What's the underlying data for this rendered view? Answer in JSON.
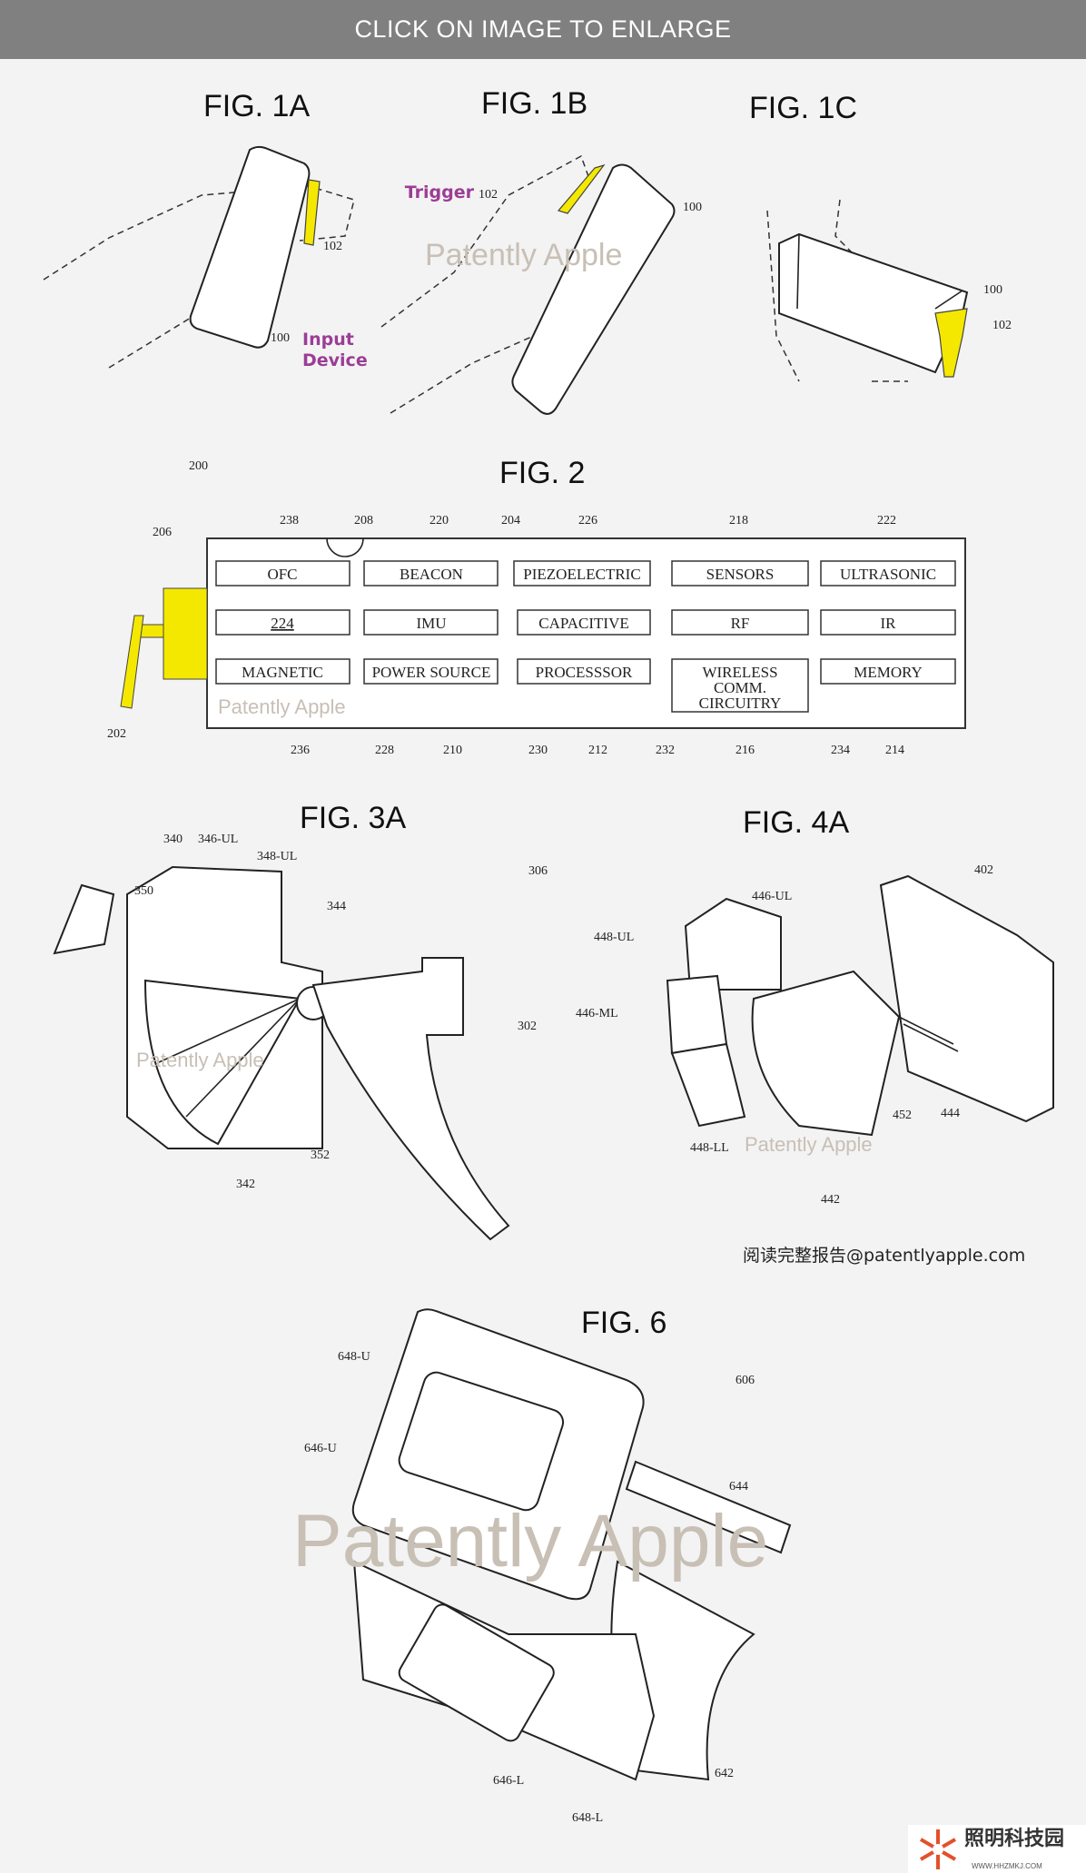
{
  "banner": {
    "label": "CLICK ON IMAGE TO ENLARGE"
  },
  "figures": {
    "fig1a": {
      "title": "FIG. 1A",
      "refs": [
        "102",
        "100"
      ],
      "annotation_1": "Input",
      "annotation_2": "Device"
    },
    "fig1b": {
      "title": "FIG. 1B",
      "refs": [
        "102",
        "100"
      ],
      "annotation": "Trigger"
    },
    "fig1c": {
      "title": "FIG. 1C",
      "refs": [
        "100",
        "102"
      ]
    },
    "fig2": {
      "title": "FIG. 2",
      "top_refs": [
        "200",
        "206",
        "238",
        "208",
        "220",
        "204",
        "226",
        "218",
        "222"
      ],
      "bottom_refs": [
        "202",
        "236",
        "228",
        "210",
        "230",
        "212",
        "232",
        "216",
        "234",
        "214"
      ],
      "boxes": [
        "OFC",
        "BEACON",
        "PIEZOELECTRIC",
        "SENSORS",
        "ULTRASONIC",
        "224",
        "IMU",
        "CAPACITIVE",
        "RF",
        "IR",
        "MAGNETIC",
        "POWER SOURCE",
        "PROCESSSOR",
        "WIRELESS",
        "COMM.",
        "CIRCUITRY",
        "MEMORY"
      ]
    },
    "fig3a": {
      "title": "FIG. 3A",
      "refs": [
        "340",
        "346-UL",
        "348-UL",
        "350",
        "344",
        "306",
        "302",
        "352",
        "342"
      ]
    },
    "fig4a": {
      "title": "FIG. 4A",
      "refs": [
        "446-UL",
        "402",
        "448-UL",
        "446-ML",
        "448-LL",
        "452",
        "444",
        "442"
      ]
    },
    "fig6": {
      "title": "FIG. 6",
      "refs": [
        "648-U",
        "606",
        "646-U",
        "644",
        "646-L",
        "642",
        "648-L"
      ]
    }
  },
  "watermark": "Patently Apple",
  "footer_note": "阅读完整报告@patentlyapple.com",
  "logo": {
    "name": "照明科技园",
    "url_text": "WWW.HHZMKJ.COM"
  },
  "colors": {
    "banner": "#808080",
    "highlight": "#f5e800",
    "annotation": "#9b3d95"
  }
}
